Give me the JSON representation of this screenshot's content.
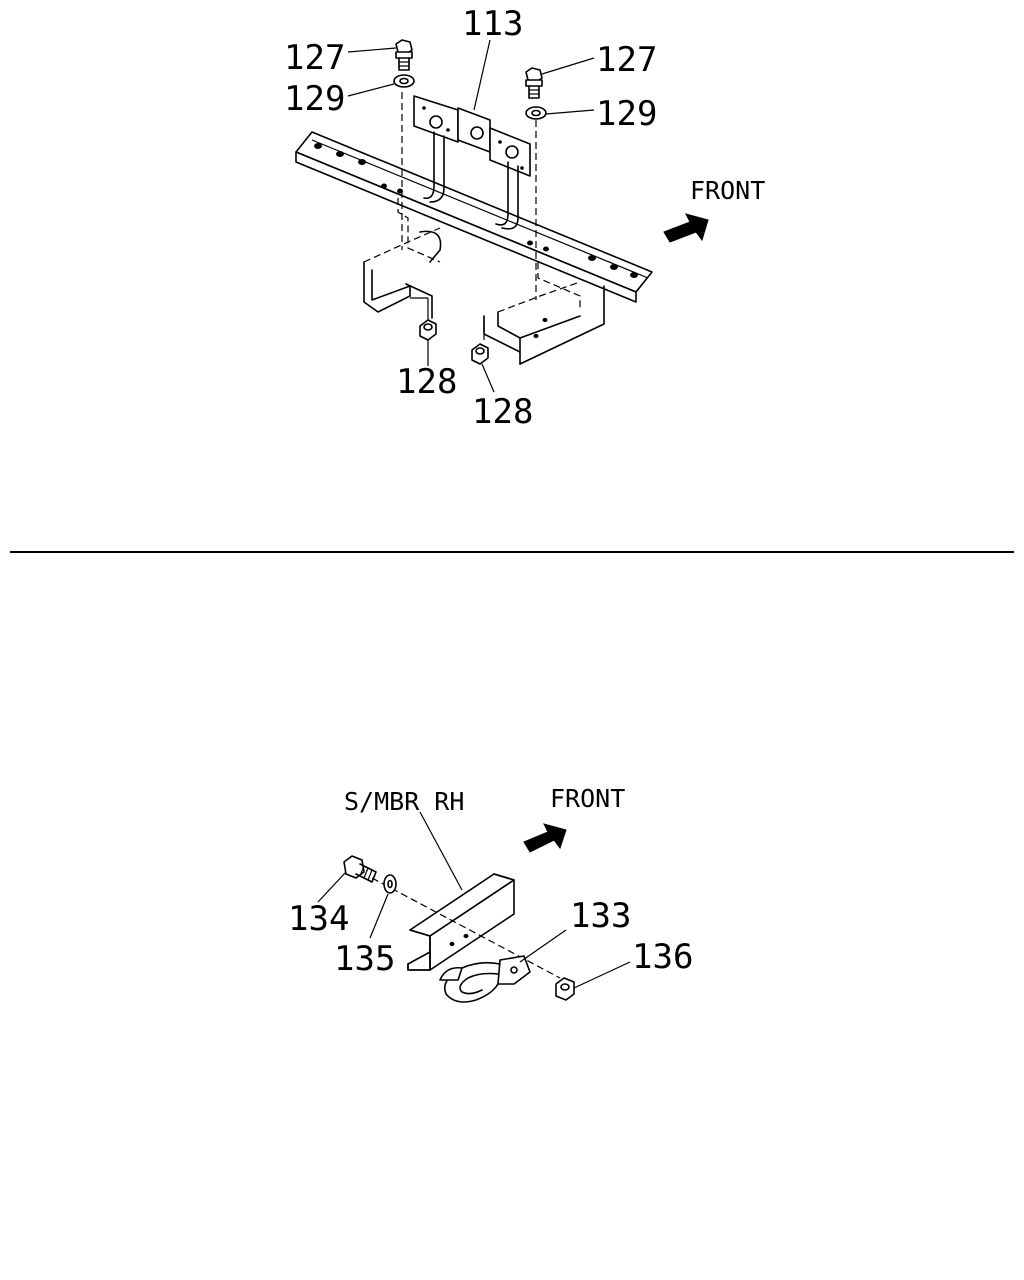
{
  "diagram": {
    "upper": {
      "bracket_part": "113",
      "bolt_left": "127",
      "bolt_right": "127",
      "washer_left": "129",
      "washer_right": "129",
      "nut_left": "128",
      "nut_right": "128",
      "direction_label": "FRONT"
    },
    "lower": {
      "member_label": "S/MBR RH",
      "direction_label": "FRONT",
      "bolt": "134",
      "washer": "135",
      "hook": "133",
      "nut": "136"
    }
  }
}
